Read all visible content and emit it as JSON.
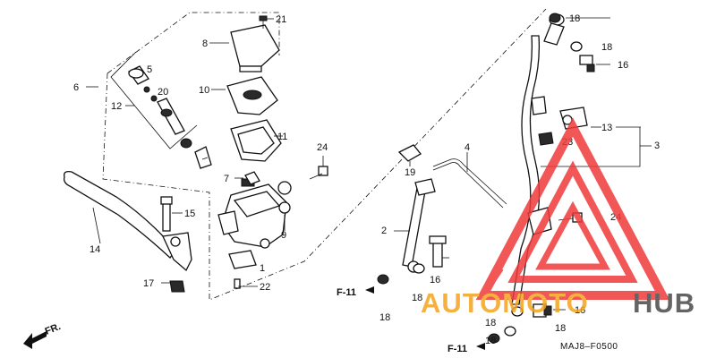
{
  "labels": {
    "p1": "1",
    "p2": "2",
    "p3": "3",
    "p4": "4",
    "p5": "5",
    "p6": "6",
    "p7": "7",
    "p8": "8",
    "p9": "9",
    "p10": "10",
    "p11": "11",
    "p12": "12",
    "p13": "13",
    "p14": "14",
    "p15": "15",
    "p16a": "16",
    "p16b": "16",
    "p16c": "16",
    "p17": "17",
    "p18a": "18",
    "p18b": "18",
    "p18c": "18",
    "p18d": "18",
    "p18e": "18",
    "p18f": "18",
    "p18g": "18",
    "p19": "19",
    "p20": "20",
    "p21": "21",
    "p22": "22",
    "p23": "23",
    "p24a": "24",
    "p24b": "24"
  },
  "refs": {
    "f11_left": "F-11",
    "f11_bottom": "F-11",
    "front": "FR."
  },
  "diagram_code": "MAJ8–F0500",
  "watermark": {
    "part1": "AUTOMOTO",
    "part2": "HUB",
    "color_primary": "#f4a41f",
    "color_secondary": "#4a4a4a",
    "triangle_color": "#f03a3a"
  }
}
